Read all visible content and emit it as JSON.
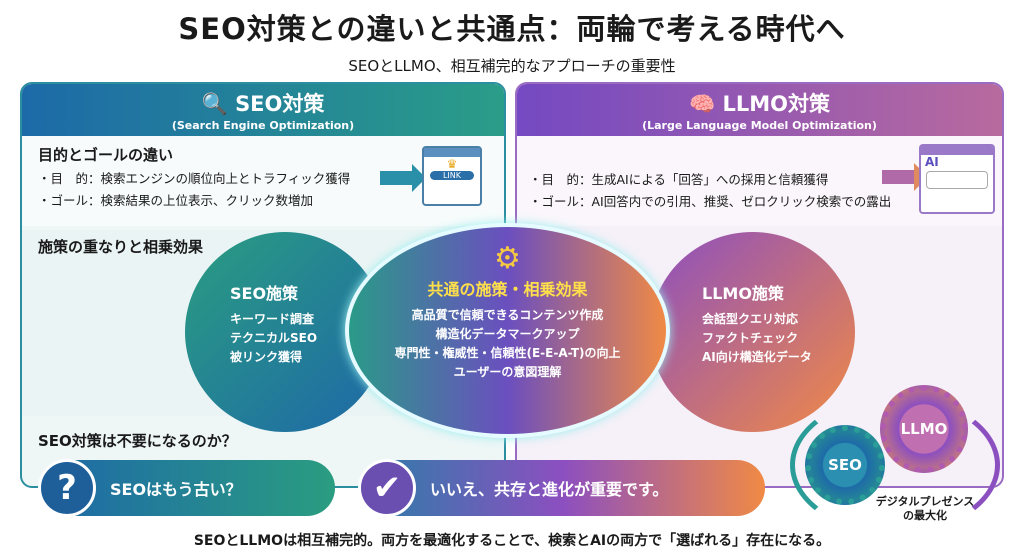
{
  "title": "SEO対策との違いと共通点：両輪で考える時代へ",
  "subtitle": "SEOとLLMO、相互補完的なアプローチの重要性",
  "seo": {
    "heading": "SEO対策",
    "subheading": "(Search Engine Optimization)",
    "section_title": "目的とゴールの違い",
    "purpose": "・目　的：検索エンジンの順位向上とトラフィック獲得",
    "goal": "・ゴール：検索結果の上位表示、クリック数増加",
    "icon_label": "LINK",
    "icon": "magnifier-chart-icon"
  },
  "llmo": {
    "heading": "LLMO対策",
    "subheading": "(Large Language Model Optimization)",
    "purpose": "・目　的：生成AIによる「回答」への採用と信頼獲得",
    "goal": "・ゴール：AI回答内での引用、推奨、ゼロクリック検索での露出",
    "icon_label": "AI",
    "icon": "brain-icon"
  },
  "overlap": {
    "section_title": "施策の重なりと相乗効果",
    "seo_title": "SEO施策",
    "seo_items": [
      "キーワード調査",
      "テクニカルSEO",
      "被リンク獲得"
    ],
    "common_title": "共通の施策・相乗効果",
    "common_items": [
      "高品質で信頼できるコンテンツ作成",
      "構造化データマークアップ",
      "専門性・権威性・信頼性(E-E-A-T)の向上",
      "ユーザーの意図理解"
    ],
    "llmo_title": "LLMO施策",
    "llmo_items": [
      "会話型クエリ対応",
      "ファクトチェック",
      "AI向け構造化データ"
    ]
  },
  "question": {
    "section_title": "SEO対策は不要になるのか？",
    "q_label": "SEOはもう古い？",
    "a_label": "いいえ、共存と進化が重要です。"
  },
  "gears": {
    "seo": "SEO",
    "llmo": "LLMO",
    "caption_line1": "デジタルプレゼンス",
    "caption_line2": "の最大化"
  },
  "footer": "SEOとLLMOは相互補完的。両方を最適化することで、検索とAIの両方で「選ばれる」存在になる。",
  "colors": {
    "teal": "#2a9d88",
    "blue": "#1d6aa8",
    "purple": "#7449c2",
    "orange": "#f08a45"
  }
}
